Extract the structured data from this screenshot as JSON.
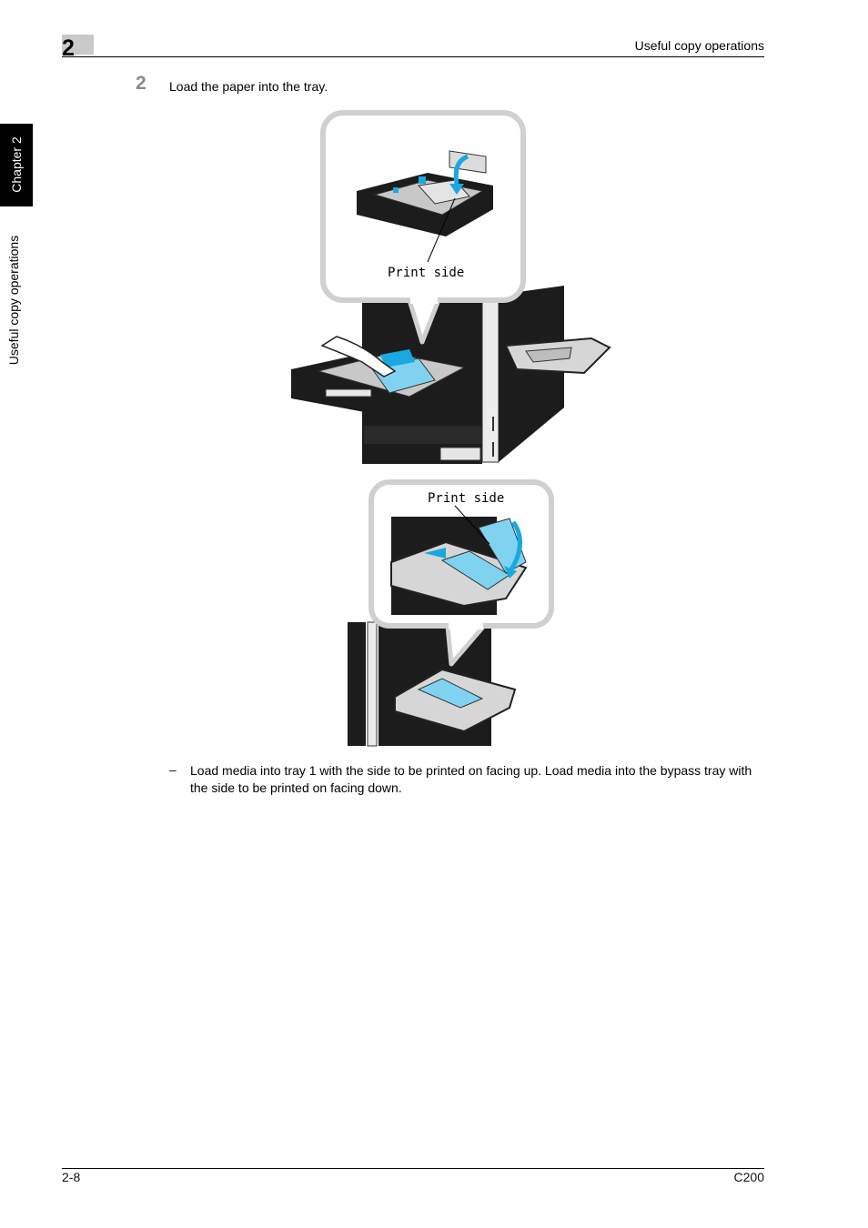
{
  "header": {
    "chapter_number": "2",
    "section_title": "Useful copy operations"
  },
  "side_tab": {
    "chapter_label": "Chapter 2",
    "section_label": "Useful copy operations"
  },
  "step": {
    "number": "2",
    "text": "Load the paper into the tray."
  },
  "illustration": {
    "callout_1_label": "Print side",
    "callout_2_label": "Print side",
    "paper_color": "#7fd3f0",
    "arrow_color": "#1aa8e0"
  },
  "bullet": {
    "marker": "–",
    "text": "Load media into tray 1 with the side to be printed on facing up. Load media into the bypass tray with the side to be printed on facing down."
  },
  "footer": {
    "page_number": "2-8",
    "model": "C200"
  }
}
